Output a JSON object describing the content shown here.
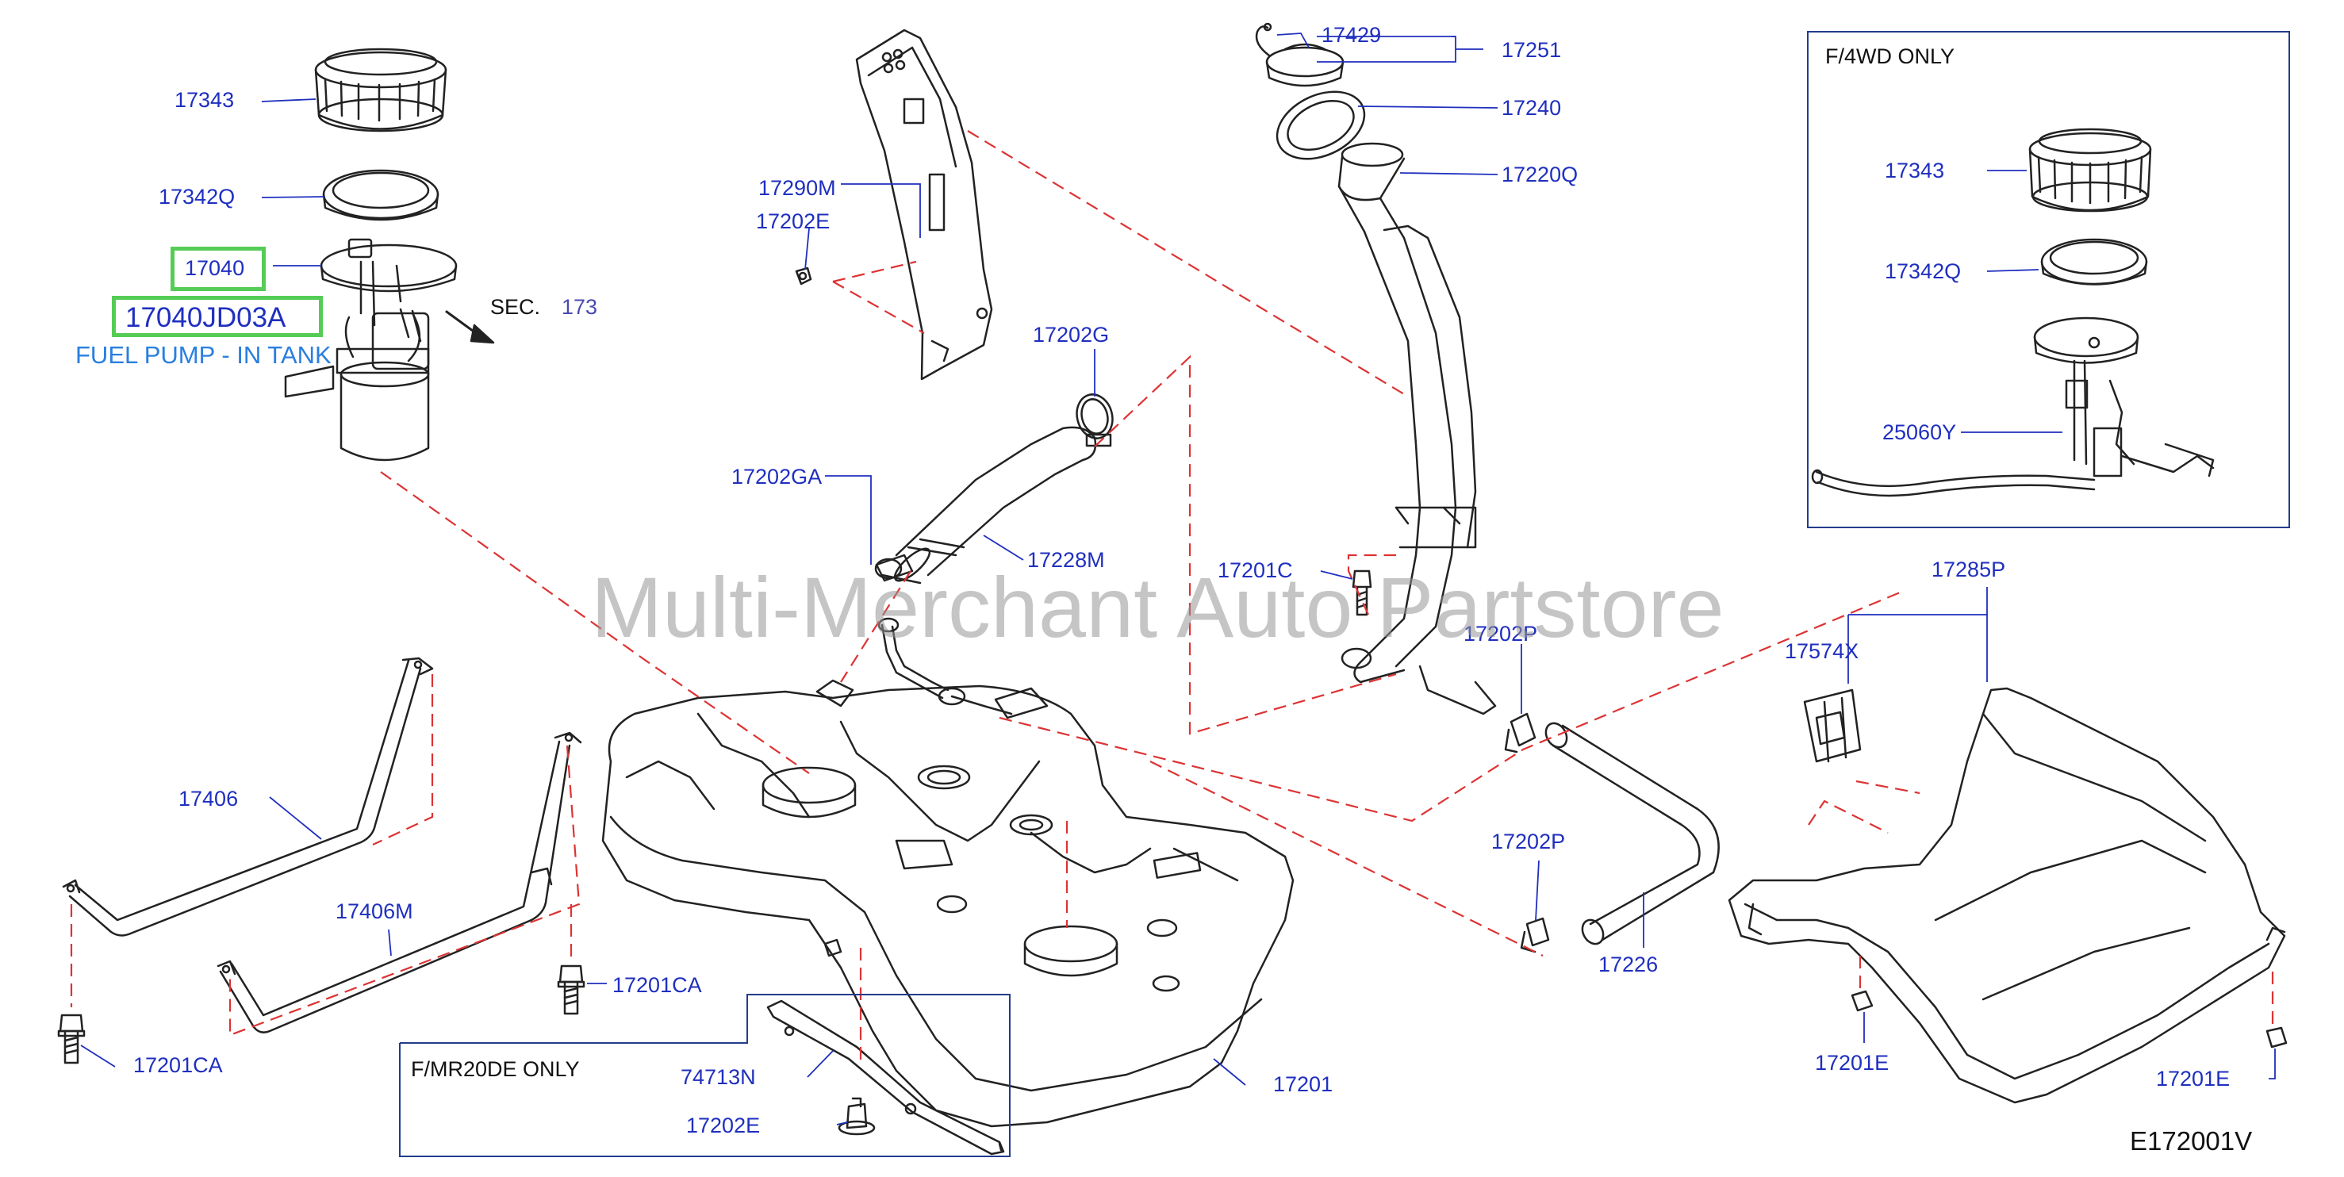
{
  "diagram": {
    "code": "E172001V",
    "watermark": "Multi-Merchant Auto Partstore",
    "highlight": {
      "part_number": "17040",
      "oem_number": "17040JD03A",
      "description": "FUEL PUMP - IN TANK"
    },
    "section_ref": {
      "prefix": "SEC.",
      "number": "173"
    },
    "callouts": {
      "c17343": "17343",
      "c17342Q": "17342Q",
      "c17290M": "17290M",
      "c17202E_top": "17202E",
      "c17202G": "17202G",
      "c17202GA": "17202GA",
      "c17228M": "17228M",
      "c17429": "17429",
      "c17251": "17251",
      "c17240": "17240",
      "c17220Q": "17220Q",
      "c17201C": "17201C",
      "c17202P_a": "17202P",
      "c17202P_b": "17202P",
      "c17226": "17226",
      "c17406": "17406",
      "c17406M": "17406M",
      "c17201CA_a": "17201CA",
      "c17201CA_b": "17201CA",
      "c74713N": "74713N",
      "c17202E_bot": "17202E",
      "c17201": "17201",
      "c17285P": "17285P",
      "c17574X": "17574X",
      "c17201E_a": "17201E",
      "c17201E_b": "17201E"
    },
    "inset_4wd": {
      "title": "F/4WD   ONLY",
      "c17343": "17343",
      "c17342Q": "17342Q",
      "c25060Y": "25060Y"
    },
    "inset_mr20": {
      "title": "F/MR20DE   ONLY"
    }
  }
}
